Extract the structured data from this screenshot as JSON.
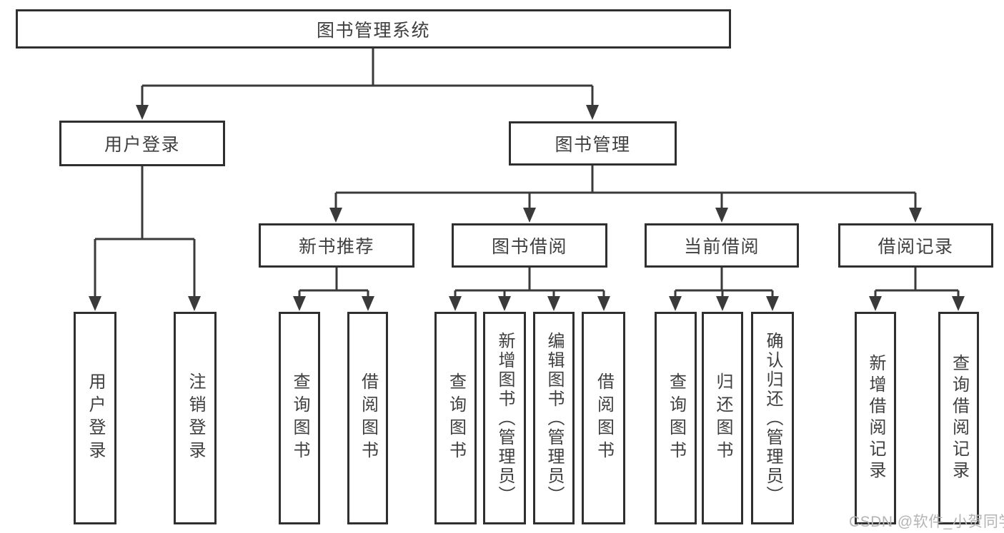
{
  "diagram_title": "图书管理系统",
  "watermark": "CSDN @软件_小贺同学",
  "colors": {
    "line": "#3a3a3a",
    "box_border": "#2f2f2f",
    "text": "#3f3f3f",
    "watermark": "#b4b4b4",
    "background": "#ffffff"
  },
  "nodes": {
    "root": "图书管理系统",
    "login": "用户登录",
    "mgmt": "图书管理",
    "recommend": "新书推荐",
    "borrow": "图书借阅",
    "current": "当前借阅",
    "records": "借阅记录",
    "leaves": {
      "user_login": "用户登录",
      "logout": "注销登录",
      "rec_query": "查询图书",
      "rec_borrow": "借阅图书",
      "bor_query": "查询图书",
      "bor_add": "新增图书（管理员）",
      "bor_edit": "编辑图书（管理员）",
      "bor_borrow": "借阅图书",
      "cur_query": "查询图书",
      "cur_return": "归还图书",
      "cur_confirm": "确认归还（管理员）",
      "rc_add": "新增借阅记录",
      "rc_query": "查询借阅记录"
    }
  }
}
